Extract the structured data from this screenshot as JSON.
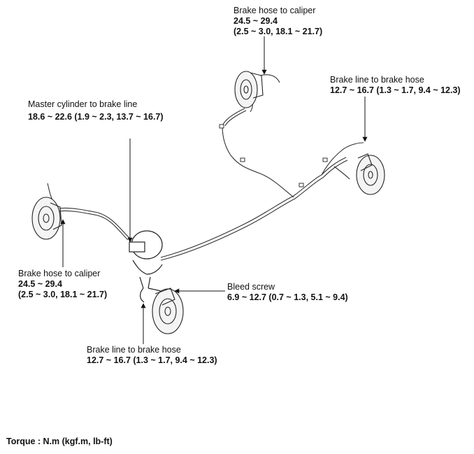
{
  "callouts": {
    "rear_caliper": {
      "title": "Brake hose to caliper",
      "values": [
        "24.5 ~ 29.4",
        "(2.5 ~ 3.0, 18.1 ~ 21.7)"
      ]
    },
    "rear_line_hose": {
      "title": "Brake line to brake hose",
      "values": [
        "12.7 ~ 16.7 (1.3 ~ 1.7, 9.4 ~ 12.3)"
      ]
    },
    "master_cylinder": {
      "title": "Master cylinder to brake line",
      "values": [
        "18.6 ~ 22.6 (1.9 ~ 2.3, 13.7 ~ 16.7)"
      ]
    },
    "front_caliper": {
      "title": "Brake hose to caliper",
      "values": [
        "24.5 ~ 29.4",
        "(2.5 ~ 3.0, 18.1 ~ 21.7)"
      ]
    },
    "bleed_screw": {
      "title": "Bleed screw",
      "values": [
        "6.9 ~ 12.7 (0.7 ~ 1.3, 5.1 ~ 9.4)"
      ]
    },
    "front_line_hose": {
      "title": "Brake line to brake hose",
      "values": [
        "12.7 ~ 16.7 (1.3 ~ 1.7, 9.4 ~ 12.3)"
      ]
    }
  },
  "footer": {
    "torque_units": "Torque : N.m (kgf.m, lb-ft)"
  }
}
